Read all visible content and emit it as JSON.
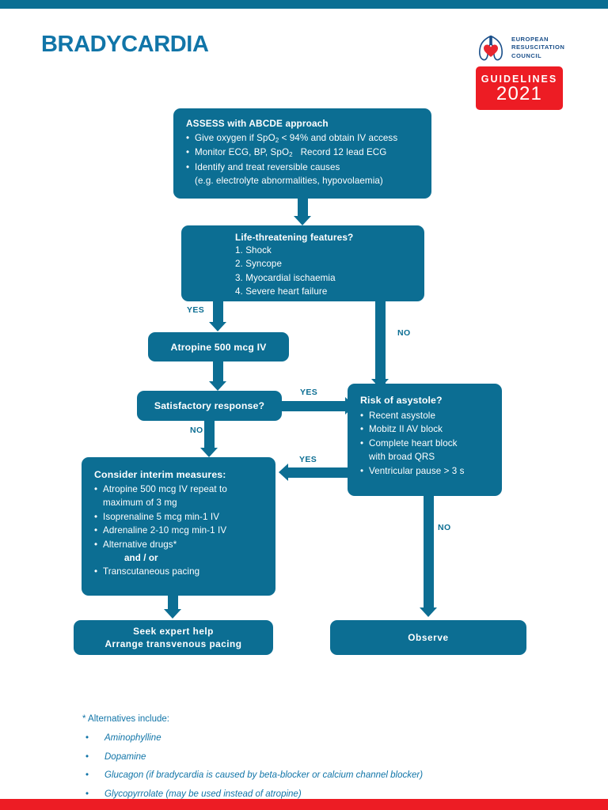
{
  "header": {
    "title": "BRADYCARDIA",
    "logo": {
      "org_line1": "EUROPEAN",
      "org_line2": "RESUSCITATION",
      "org_line3": "COUNCIL",
      "badge_label": "GUIDELINES",
      "badge_year": "2021",
      "mark_icon": "lungs-heart-icon"
    }
  },
  "colors": {
    "brand_blue": "#0c6e93",
    "title_blue": "#1175a8",
    "accent_red": "#ed1c24",
    "box_text": "#ffffff"
  },
  "flow": {
    "assess": {
      "heading": "ASSESS with ABCDE approach",
      "items": [
        "Give oxygen if SpO",
        "Monitor ECG, BP, SpO",
        "Identify and treat reversible causes",
        "(e.g. electrolyte abnormalities, hypovolaemia)"
      ],
      "item1_pre": "Give oxygen if SpO",
      "item1_sub": "2",
      "item1_post": " < 94% and obtain IV access",
      "item2_pre": "Monitor ECG, BP, SpO",
      "item2_sub": "2",
      "item2_post": "   Record 12 lead ECG",
      "item3": "Identify and treat reversible causes",
      "item4": "(e.g. electrolyte abnormalities, hypovolaemia)"
    },
    "life_threatening": {
      "heading": "Life-threatening features?",
      "items": [
        "1. Shock",
        "2. Syncope",
        "3. Myocardial ischaemia",
        "4. Severe heart failure"
      ]
    },
    "atropine": {
      "label": "Atropine 500 mcg IV"
    },
    "satisfactory": {
      "label": "Satisfactory response?"
    },
    "risk_asystole": {
      "heading": "Risk of asystole?",
      "items": [
        "Recent asystole",
        "Mobitz II AV block",
        "Complete heart block",
        "with broad QRS",
        "Ventricular pause > 3 s"
      ],
      "item1": "Recent asystole",
      "item2": "Mobitz II AV block",
      "item3a": "Complete heart block",
      "item3b": "with broad QRS",
      "item4": "Ventricular pause > 3 s"
    },
    "interim": {
      "heading": "Consider interim measures:",
      "item1a": "Atropine 500 mcg IV repeat to",
      "item1b": "maximum of 3 mg",
      "item2": "Isoprenaline 5 mcg min-1 IV",
      "item3": "Adrenaline 2-10 mcg min-1 IV",
      "item4": "Alternative drugs*",
      "andor": "and / or",
      "item5": "Transcutaneous pacing"
    },
    "seek_help": {
      "line1": "Seek expert help",
      "line2": "Arrange transvenous pacing"
    },
    "observe": {
      "label": "Observe"
    }
  },
  "labels": {
    "yes_lifethreat": "YES",
    "no_lifethreat": "NO",
    "yes_satisfactory": "YES",
    "no_satisfactory": "NO",
    "yes_asystole": "YES",
    "no_asystole": "NO"
  },
  "footnotes": {
    "heading": "* Alternatives include:",
    "items": [
      "Aminophylline",
      "Dopamine",
      "Glucagon (if bradycardia is caused by beta-blocker or calcium channel blocker)",
      "Glycopyrrolate (may be used instead of atropine)"
    ]
  }
}
